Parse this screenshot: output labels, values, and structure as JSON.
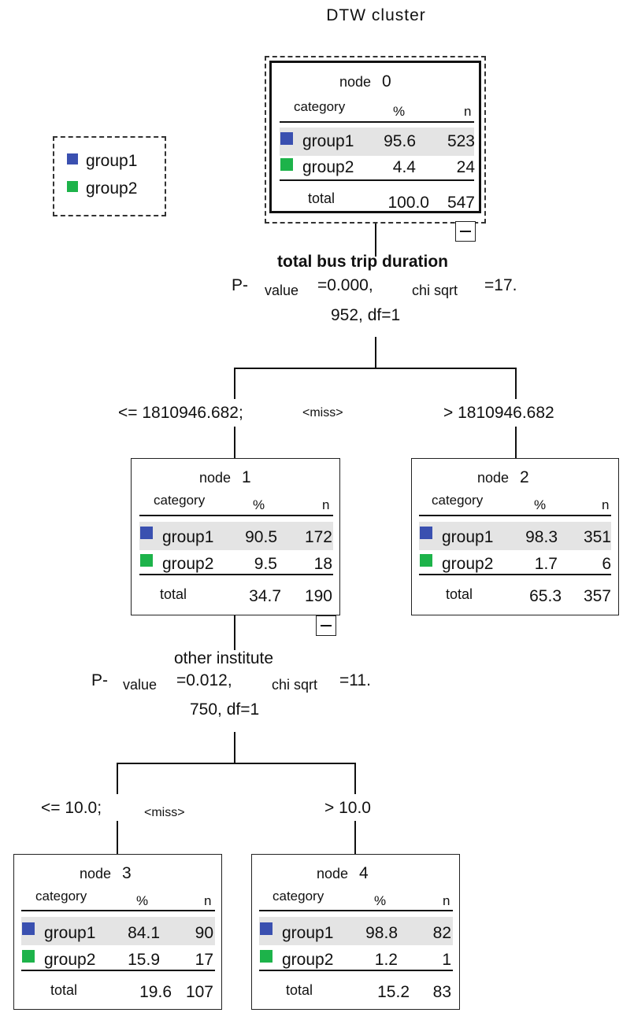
{
  "title": "DTW cluster",
  "colors": {
    "group1": "#3a50b0",
    "group2": "#1db34a"
  },
  "legend": {
    "items": [
      {
        "label": "group1"
      },
      {
        "label": "group2"
      }
    ]
  },
  "col_labels": {
    "node": "node",
    "category": "category",
    "pct": "%",
    "n": "n",
    "total": "total"
  },
  "nodes": {
    "n0": {
      "id": "0",
      "g1_label": "group1",
      "g1_pct": "95.6",
      "g1_n": "523",
      "g2_label": "group2",
      "g2_pct": "4.4",
      "g2_n": "24",
      "total_pct": "100.0",
      "total_n": "547"
    },
    "n1": {
      "id": "1",
      "g1_label": "group1",
      "g1_pct": "90.5",
      "g1_n": "172",
      "g2_label": "group2",
      "g2_pct": "9.5",
      "g2_n": "18",
      "total_pct": "34.7",
      "total_n": "190"
    },
    "n2": {
      "id": "2",
      "g1_label": "group1",
      "g1_pct": "98.3",
      "g1_n": "351",
      "g2_label": "group2",
      "g2_pct": "1.7",
      "g2_n": "6",
      "total_pct": "65.3",
      "total_n": "357"
    },
    "n3": {
      "id": "3",
      "g1_label": "group1",
      "g1_pct": "84.1",
      "g1_n": "90",
      "g2_label": "group2",
      "g2_pct": "15.9",
      "g2_n": "17",
      "total_pct": "19.6",
      "total_n": "107"
    },
    "n4": {
      "id": "4",
      "g1_label": "group1",
      "g1_pct": "98.8",
      "g1_n": "82",
      "g2_label": "group2",
      "g2_pct": "1.2",
      "g2_n": "1",
      "total_pct": "15.2",
      "total_n": "83"
    }
  },
  "splits": {
    "s0": {
      "variable": "total bus trip duration",
      "p_prefix": "P-",
      "p_sub": "value",
      "p_val": "=0.000,",
      "chi_sub": "chi sqrt",
      "chi_val": "=17.",
      "line3": "952, df=1",
      "left_label": "<= 1810946.682;",
      "left_miss": "<miss>",
      "right_label": "> 1810946.682"
    },
    "s1": {
      "variable": "other institute",
      "p_prefix": "P-",
      "p_sub": "value",
      "p_val": "=0.012,",
      "chi_sub": "chi sqrt",
      "chi_val": "=11.",
      "line3": "750, df=1",
      "left_label": "<= 10.0;",
      "left_miss": "<miss>",
      "right_label": "> 10.0"
    }
  }
}
